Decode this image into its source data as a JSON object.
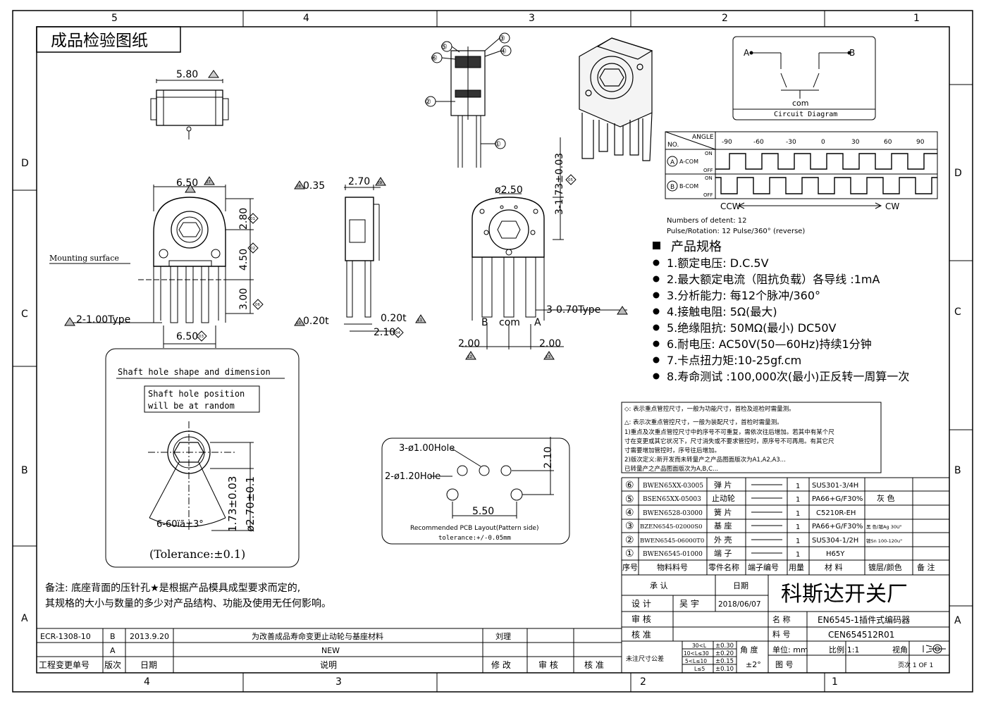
{
  "frame": {
    "col_top": [
      "5",
      "4",
      "3",
      "2",
      "1"
    ],
    "col_bottom": [
      "4",
      "3",
      "2",
      "1"
    ],
    "rows": [
      "D",
      "C",
      "B",
      "A"
    ]
  },
  "title_box": "成品检验图纸",
  "dims": {
    "top_width": "5.80",
    "front_width": "6.50",
    "front_bottom_width": "6.50",
    "h1": "2.80",
    "h2": "4.50",
    "h3": "3.00",
    "pins_type": "2-1.00Type",
    "mounting_surface": "Mounting surface",
    "side_thk": "0.35",
    "side_width": "2.70",
    "side_t1": "0.20t",
    "side_t2": "0.20t",
    "side_w2": "2.10",
    "shaft_dia": "ø2.50",
    "shaft_height": "3-1.73±0.03",
    "pins3_type": "3-0.70Type",
    "pitch_left": "2.00",
    "pitch_right": "2.00",
    "pin_b": "B",
    "pin_com": "com",
    "pin_a": "A"
  },
  "badges": {
    "b07": "07",
    "b01": "01",
    "b02": "02",
    "b03": "03",
    "b04": "04",
    "b05": "05",
    "b06": "06",
    "b08": "08",
    "b09": "09",
    "b10": "10",
    "b11": "11",
    "b12": "12",
    "b13": "13"
  },
  "explode_labels": [
    "①",
    "②",
    "③",
    "④",
    "⑤",
    "⑥"
  ],
  "shaft_box": {
    "title": "Shaft hole shape and dimension",
    "note_l1": "Shaft hole position",
    "note_l2": "will be at random",
    "dim_a": "1.73±0.03",
    "dim_b": "ø2.70±0.1",
    "angle": "6-60ïã±3°",
    "tolerance": "(Tolerance:±0.1)"
  },
  "pcb_box": {
    "hole3": "3-ø1.00Hole",
    "hole2": "2-ø1.20Hole",
    "dim_h": "2.10",
    "dim_w": "5.50",
    "caption": "Recommended PCB Layout(Pattern side)",
    "tolerance": "tolerance:+/-0.05mm"
  },
  "circuit": {
    "label_a": "A",
    "label_b": "B",
    "label_com": "com",
    "caption": "Circuit Diagram"
  },
  "timing": {
    "angle_label": "ANGLE",
    "no_label": "NO.",
    "angles": [
      "-90",
      "-60",
      "-30",
      "0",
      "30",
      "60",
      "90"
    ],
    "row_a": "A-COM",
    "row_b": "B-COM",
    "row_a_num": "A",
    "row_b_num": "B",
    "on": "ON",
    "off": "OFF",
    "ccw": "CCW",
    "cw": "CW",
    "detent": "Numbers of detent: 12",
    "pulse": "Pulse/Rotation: 12 Pulse/360° (reverse)"
  },
  "spec": {
    "heading": "产品规格",
    "items": [
      "1.额定电压:  D.C.5V",
      "2.最大额定电流（阻抗负载）各导线 :1mA",
      "3.分析能力:  每12个脉冲/360°",
      "4.接触电阻:  5Ω(最大)",
      "5.绝缘阻抗:  50MΩ(最小) DC50V",
      "6.耐电压:  AC50V(50—60Hz)持续1分钟",
      "7.卡点扭力矩:10-25gf.cm",
      "8.寿命测试 :100,000次(最小)正反转一周算一次"
    ]
  },
  "notes_box": {
    "l1": "◇: 表示重点管控尺寸，一般为功能尺寸，首检及巡检时需量测。",
    "l2": "△: 表示次重点管控尺寸，一般为装配尺寸，首检时需量测。",
    "l3": "1)重点及次重点管控尺寸中的序号不可重复，需依次往后增加。若其中有某个尺",
    "l4": "寸在变更或其它状况下，尺寸消失或不要求管控时，原序号不可再用。有其它尺",
    "l5": "寸需要增加管控时，序号往后增加。",
    "l6": "2)版次定义:新开发而未转量产之产品图面版次为A1,A2,A3...",
    "l7": "已转量产之产品图面版次为A,B,C..."
  },
  "bom": {
    "rows": [
      {
        "no": "⑥",
        "part": "BWEN65XX-03005",
        "name": "弹 片",
        "qty": "1",
        "material": "SUS301-3/4H",
        "color": ""
      },
      {
        "no": "⑤",
        "part": "BSEN65XX-05003",
        "name": "止动轮",
        "qty": "1",
        "material": "PA66+G/F30%",
        "color": "灰 色"
      },
      {
        "no": "④",
        "part": "BWEN6528-03000",
        "name": "簧 片",
        "qty": "1",
        "material": "C5210R-EH",
        "color": ""
      },
      {
        "no": "③",
        "part": "BZEN6545-02000S0",
        "name": "基 座",
        "qty": "1",
        "material": "PA66+G/F30%",
        "color": "黑 色(镀Ag 30U\""
      },
      {
        "no": "②",
        "part": "BWEN6545-06000T0",
        "name": "外 壳",
        "qty": "1",
        "material": "SUS304-1/2H",
        "color": "镀Sn 100-120u\""
      },
      {
        "no": "①",
        "part": "BWEN6545-01000",
        "name": "端 子",
        "qty": "1",
        "material": "H65Y",
        "color": ""
      }
    ],
    "headers": [
      "序号",
      "物料料号",
      "零件名称",
      "端子编号",
      "用量",
      "材 料",
      "镀层/颜色",
      "备 注"
    ]
  },
  "title_block": {
    "approve": "承    认",
    "date_label": "日期",
    "design": "设  计",
    "designer": "吴 宇",
    "design_date": "2018/06/07",
    "check": "审  核",
    "approve2": "核  准",
    "company": "科斯达开关厂",
    "name_label": "名    称",
    "name_value": "EN6545-1插件式编码器",
    "pn_label": "料    号",
    "pn_value": "CEN654512R01",
    "tol_label": "未注尺寸公差",
    "tol_r1a": "30<L",
    "tol_r1b": "±0.30",
    "tol_r2a": "10<L≤30",
    "tol_r2b": "±0.20",
    "tol_r3a": "5<L≤10",
    "tol_r3b": "±0.15",
    "tol_r4a": "L≤5",
    "tol_r4b": "±0.10",
    "angle_label": "角 度",
    "angle_value": "±2°",
    "unit": "单位: mm",
    "scale": "比例:1:1",
    "view_label": "视角",
    "drawing_no": "图  号",
    "page": "页次 1 OF 1"
  },
  "bottom_note": {
    "l1": "备注: 底座背面的压针孔★是根据产品模具成型要求而定的,",
    "l2": "其规格的大小与数量的多少对产品结构、功能及使用无任何影响。"
  },
  "revisions": {
    "row1": {
      "ecr": "ECR-1308-10",
      "rev": "B",
      "date": "2013.9.20",
      "desc": "为改善成品寿命变更止动轮与基座材料",
      "by": "刘理"
    },
    "row2": {
      "ecr": "",
      "rev": "A",
      "date": "",
      "desc": "NEW",
      "by": ""
    },
    "headers": [
      "工程变更单号",
      "版次",
      "日期",
      "说明",
      "修 改",
      "审 核",
      "核 准"
    ]
  }
}
